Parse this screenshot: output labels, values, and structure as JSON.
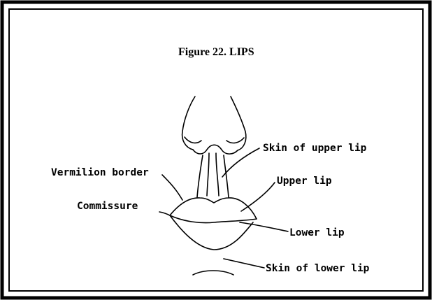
{
  "figure": {
    "title": "Figure 22.  LIPS"
  },
  "labels": {
    "skin_upper_lip": "Skin of upper lip",
    "vermilion_border": "Vermilion border",
    "upper_lip": "Upper lip",
    "commissure": "Commissure",
    "lower_lip": "Lower lip",
    "skin_lower_lip": "Skin of lower lip"
  },
  "colors": {
    "ink": "#000000",
    "background": "#ffffff"
  }
}
